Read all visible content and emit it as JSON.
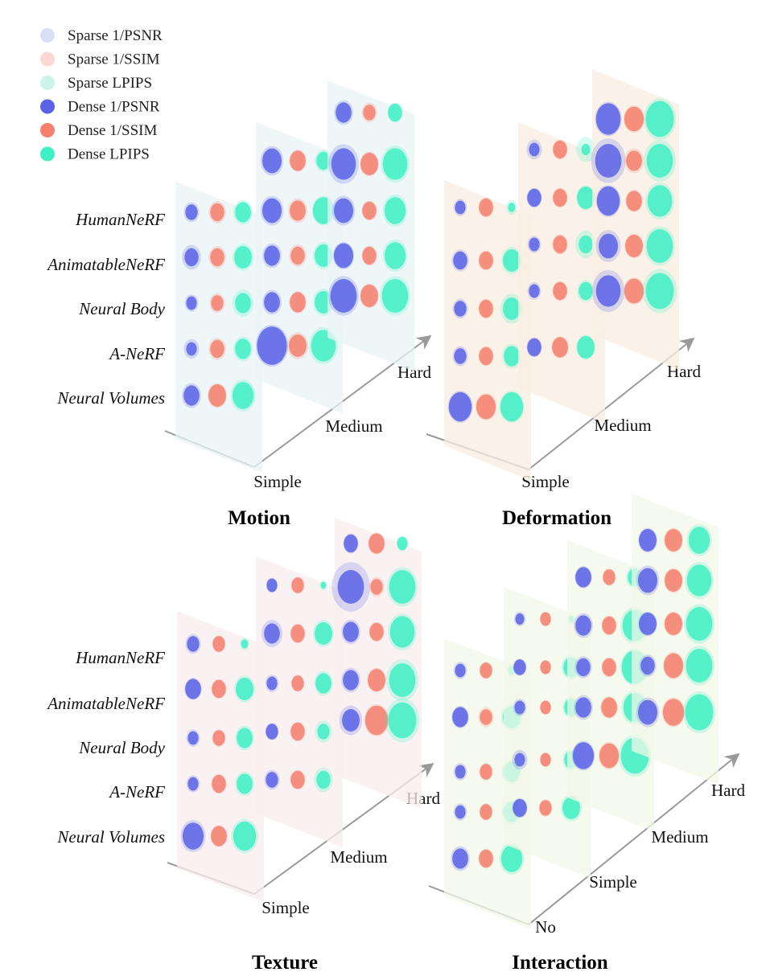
{
  "legend": [
    {
      "label": "Sparse 1/PSNR",
      "color": "#c9d2f4",
      "opacity": 0.7
    },
    {
      "label": "Sparse 1/SSIM",
      "color": "#f9c7bf",
      "opacity": 0.7
    },
    {
      "label": "Sparse LPIPS",
      "color": "#b7efdf",
      "opacity": 0.7
    },
    {
      "label": "Dense 1/PSNR",
      "color": "#5a63e6",
      "opacity": 1
    },
    {
      "label": "Dense 1/SSIM",
      "color": "#f5806e",
      "opacity": 1
    },
    {
      "label": "Dense LPIPS",
      "color": "#3ff0c4",
      "opacity": 1
    }
  ],
  "methods": [
    "HumanNeRF",
    "AnimatableNeRF",
    "Neural Body",
    "A-NeRF",
    "Neural Volumes"
  ],
  "colors": {
    "psnr": "#5a63e6",
    "ssim": "#f5806e",
    "lpips": "#3ff0c4",
    "axis": "#9a9a9a"
  },
  "chart_data": [
    {
      "type": "bubble-3d",
      "title": "Motion",
      "levels": [
        "Simple",
        "Medium",
        "Hard"
      ],
      "panel_tint": "#e9f3f5",
      "values": [
        [
          [
            0.7,
            0.8,
            0.9
          ],
          [
            0.8,
            0.8,
            1.0
          ],
          [
            0.6,
            0.7,
            0.9
          ],
          [
            0.6,
            0.8,
            0.9
          ],
          [
            0.9,
            1.0,
            1.2
          ]
        ],
        [
          [
            1.1,
            0.9,
            0.8
          ],
          [
            1.1,
            0.9,
            1.2
          ],
          [
            0.9,
            0.8,
            1.0
          ],
          [
            0.9,
            0.9,
            1.0
          ],
          [
            1.7,
            1.0,
            1.4
          ]
        ],
        [
          [
            0.9,
            0.7,
            0.8
          ],
          [
            1.4,
            1.0,
            1.4
          ],
          [
            1.1,
            0.8,
            1.2
          ],
          [
            1.1,
            0.8,
            1.2
          ],
          [
            1.5,
            1.0,
            1.5
          ]
        ]
      ],
      "sparse_values": [
        [
          [
            0.8,
            0.9,
            1.0
          ],
          [
            1.0,
            0.9,
            1.1
          ],
          [
            0.7,
            0.8,
            1.1
          ],
          [
            0.8,
            0.9,
            1.0
          ],
          [
            1.0,
            1.0,
            1.3
          ]
        ],
        [
          [
            1.2,
            0.9,
            0.9
          ],
          [
            1.2,
            1.0,
            1.2
          ],
          [
            1.0,
            0.9,
            1.1
          ],
          [
            1.0,
            0.9,
            1.1
          ],
          [
            1.7,
            1.1,
            1.5
          ]
        ],
        [
          [
            1.0,
            0.8,
            0.8
          ],
          [
            1.6,
            1.0,
            1.5
          ],
          [
            1.2,
            0.8,
            1.3
          ],
          [
            1.1,
            0.8,
            1.3
          ],
          [
            1.6,
            1.0,
            1.6
          ]
        ]
      ]
    },
    {
      "type": "bubble-3d",
      "title": "Deformation",
      "levels": [
        "Simple",
        "Medium",
        "Hard"
      ],
      "panel_tint": "#f8eee2",
      "values": [
        [
          [
            0.6,
            0.8,
            0.4
          ],
          [
            0.8,
            0.8,
            1.0
          ],
          [
            0.7,
            0.8,
            1.0
          ],
          [
            0.7,
            0.8,
            0.9
          ],
          [
            1.3,
            1.1,
            1.3
          ]
        ],
        [
          [
            0.6,
            0.8,
            0.5
          ],
          [
            0.8,
            0.8,
            1.0
          ],
          [
            0.6,
            0.8,
            0.8
          ],
          [
            0.6,
            0.8,
            0.8
          ],
          [
            0.8,
            0.9,
            1.0
          ]
        ],
        [
          [
            1.4,
            1.1,
            1.6
          ],
          [
            1.5,
            0.9,
            1.5
          ],
          [
            1.3,
            0.9,
            1.4
          ],
          [
            1.1,
            1.0,
            1.5
          ],
          [
            1.4,
            1.1,
            1.6
          ]
        ]
      ],
      "sparse_values": [
        [
          [
            0.7,
            0.8,
            0.6
          ],
          [
            0.9,
            0.8,
            1.1
          ],
          [
            0.8,
            0.8,
            1.2
          ],
          [
            0.8,
            0.8,
            1.0
          ],
          [
            1.3,
            1.1,
            1.3
          ]
        ],
        [
          [
            0.8,
            0.8,
            1.0
          ],
          [
            0.8,
            0.8,
            1.0
          ],
          [
            0.7,
            0.8,
            1.1
          ],
          [
            0.7,
            0.8,
            0.9
          ],
          [
            0.8,
            0.9,
            1.0
          ]
        ],
        [
          [
            1.4,
            1.1,
            1.7
          ],
          [
            1.8,
            1.0,
            1.7
          ],
          [
            1.3,
            0.9,
            1.5
          ],
          [
            1.3,
            1.0,
            1.6
          ],
          [
            1.7,
            1.1,
            1.8
          ]
        ]
      ]
    },
    {
      "type": "bubble-3d",
      "title": "Texture",
      "levels": [
        "Simple",
        "Medium",
        "Hard"
      ],
      "panel_tint": "#f8eded",
      "values": [
        [
          [
            0.7,
            0.7,
            0.4
          ],
          [
            0.9,
            0.8,
            1.0
          ],
          [
            0.6,
            0.7,
            0.9
          ],
          [
            0.6,
            0.8,
            0.9
          ],
          [
            1.2,
            0.9,
            1.3
          ]
        ],
        [
          [
            0.6,
            0.7,
            0.3
          ],
          [
            0.9,
            0.8,
            1.0
          ],
          [
            0.6,
            0.7,
            0.9
          ],
          [
            0.7,
            0.8,
            0.7
          ],
          [
            0.7,
            0.8,
            0.8
          ]
        ],
        [
          [
            0.8,
            0.9,
            0.6
          ],
          [
            1.5,
            0.7,
            1.5
          ],
          [
            0.9,
            0.8,
            1.4
          ],
          [
            0.9,
            1.0,
            1.5
          ],
          [
            1.0,
            1.3,
            1.6
          ]
        ]
      ],
      "sparse_values": [
        [
          [
            0.8,
            0.7,
            0.5
          ],
          [
            0.9,
            0.8,
            1.1
          ],
          [
            0.7,
            0.7,
            1.0
          ],
          [
            0.7,
            0.8,
            1.0
          ],
          [
            1.3,
            0.9,
            1.4
          ]
        ],
        [
          [
            0.6,
            0.7,
            0.4
          ],
          [
            1.1,
            0.8,
            1.1
          ],
          [
            0.7,
            0.7,
            1.0
          ],
          [
            0.7,
            0.8,
            0.9
          ],
          [
            0.8,
            0.8,
            1.0
          ]
        ],
        [
          [
            0.8,
            0.9,
            0.6
          ],
          [
            2.0,
            0.8,
            1.6
          ],
          [
            1.0,
            0.8,
            1.5
          ],
          [
            1.0,
            1.0,
            1.7
          ],
          [
            1.2,
            1.3,
            1.8
          ]
        ]
      ]
    },
    {
      "type": "bubble-3d",
      "title": "Interaction",
      "levels": [
        "No",
        "Simple",
        "Medium",
        "Hard"
      ],
      "panel_tint": "#f2f7e8",
      "values": [
        [
          [
            0.6,
            0.7,
            0.4
          ],
          [
            0.9,
            0.7,
            1.0
          ],
          [
            0.6,
            0.7,
            0.9
          ],
          [
            0.6,
            0.7,
            0.9
          ],
          [
            0.9,
            0.8,
            1.2
          ]
        ],
        [
          [
            0.5,
            0.6,
            0.3
          ],
          [
            0.7,
            0.6,
            0.9
          ],
          [
            0.6,
            0.6,
            0.8
          ],
          [
            0.6,
            0.6,
            0.8
          ],
          [
            0.8,
            0.7,
            1.0
          ]
        ],
        [
          [
            0.9,
            0.7,
            0.8
          ],
          [
            0.9,
            0.8,
            1.4
          ],
          [
            0.8,
            0.8,
            1.5
          ],
          [
            0.9,
            0.9,
            1.3
          ],
          [
            1.2,
            1.1,
            1.6
          ]
        ],
        [
          [
            1.0,
            1.0,
            1.2
          ],
          [
            1.1,
            1.0,
            1.4
          ],
          [
            1.0,
            1.0,
            1.5
          ],
          [
            0.8,
            1.1,
            1.5
          ],
          [
            1.1,
            1.2,
            1.6
          ]
        ]
      ],
      "sparse_values": [
        [
          [
            0.7,
            0.7,
            0.5
          ],
          [
            0.9,
            0.8,
            1.1
          ],
          [
            0.7,
            0.7,
            1.0
          ],
          [
            0.7,
            0.7,
            1.0
          ],
          [
            1.0,
            0.8,
            1.3
          ]
        ],
        [
          [
            0.6,
            0.6,
            0.4
          ],
          [
            0.7,
            0.6,
            1.0
          ],
          [
            0.7,
            0.6,
            0.9
          ],
          [
            0.8,
            0.6,
            0.9
          ],
          [
            0.8,
            0.7,
            1.1
          ]
        ],
        [
          [
            0.9,
            0.7,
            0.9
          ],
          [
            1.0,
            0.8,
            1.5
          ],
          [
            0.9,
            0.8,
            1.5
          ],
          [
            1.0,
            0.9,
            1.4
          ],
          [
            1.2,
            1.1,
            1.7
          ]
        ],
        [
          [
            1.0,
            1.0,
            1.3
          ],
          [
            1.2,
            1.0,
            1.5
          ],
          [
            1.0,
            1.0,
            1.6
          ],
          [
            0.9,
            1.1,
            1.6
          ],
          [
            1.2,
            1.2,
            1.7
          ]
        ]
      ]
    }
  ]
}
